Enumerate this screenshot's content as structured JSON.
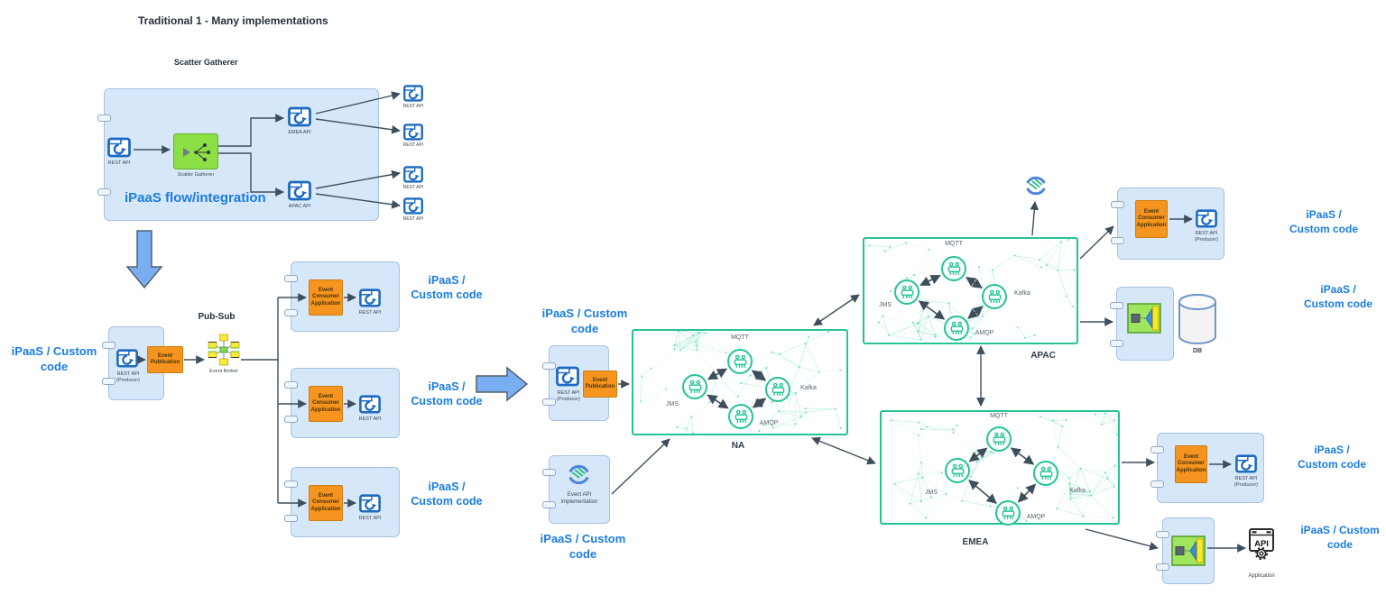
{
  "title": "Traditional 1 - Many implementations",
  "colors": {
    "accent_blue": "#1a7ce2",
    "box_fill": "#d7e7fa",
    "orange_fill": "#f5941f",
    "mesh_green": "#26c299",
    "scatter_green": "#8ce046",
    "arrow": "#3d4f5c",
    "broker_yellow": "#f7ec3a"
  },
  "scatter": {
    "caption": "Scatter Gatherer",
    "input_api": "REST API",
    "node": "Scatter Gatherer",
    "emea_api": "EMEA API",
    "apac_api": "APAC API",
    "box_caption": "iPaaS flow/integration",
    "outputs": [
      "REST API",
      "REST API",
      "REST API",
      "REST API"
    ]
  },
  "pubsub": {
    "left_caption": "iPaaS / Custom code",
    "producer_api": "REST API (Producer)",
    "event_publication": "Event Publication",
    "title": "Pub-Sub",
    "broker": "Event Broker",
    "consumers": [
      {
        "app": "Event Consumer Application",
        "api": "REST API",
        "caption": "iPaaS / Custom code"
      },
      {
        "app": "Event Consumer Application",
        "api": "REST API",
        "caption": "iPaaS / Custom code"
      },
      {
        "app": "Event Consumer Application",
        "api": "REST API",
        "caption": "iPaaS / Custom code"
      }
    ]
  },
  "mesh": {
    "producer_caption": "iPaaS / Custom code",
    "producer_api": "REST API (Producer)",
    "event_publication": "Event Publication",
    "event_api": {
      "label": "Event API implementation",
      "caption": "iPaaS / Custom code"
    },
    "regions": [
      {
        "name": "NA",
        "nodes": [
          "MQTT",
          "JMS",
          "Kafka",
          "AMQP"
        ]
      },
      {
        "name": "APAC",
        "nodes": [
          "MQTT",
          "JMS",
          "Kafka",
          "AMQP"
        ]
      },
      {
        "name": "EMEA",
        "nodes": [
          "MQTT",
          "JMS",
          "Kafka",
          "AMQP"
        ]
      }
    ],
    "apac_consumer": {
      "app": "Event Consumer Application",
      "api": "REST API (Producer)",
      "caption": "iPaaS / Custom code"
    },
    "db": {
      "label": "DB",
      "caption": "iPaaS / Custom code"
    },
    "emea_consumer": {
      "app": "Event Consumer Application",
      "api": "REST API (Producer)",
      "caption": "iPaaS / Custom code"
    },
    "application": {
      "label": "Application",
      "icon_text": "API",
      "caption": "iPaaS / Custom code"
    }
  }
}
